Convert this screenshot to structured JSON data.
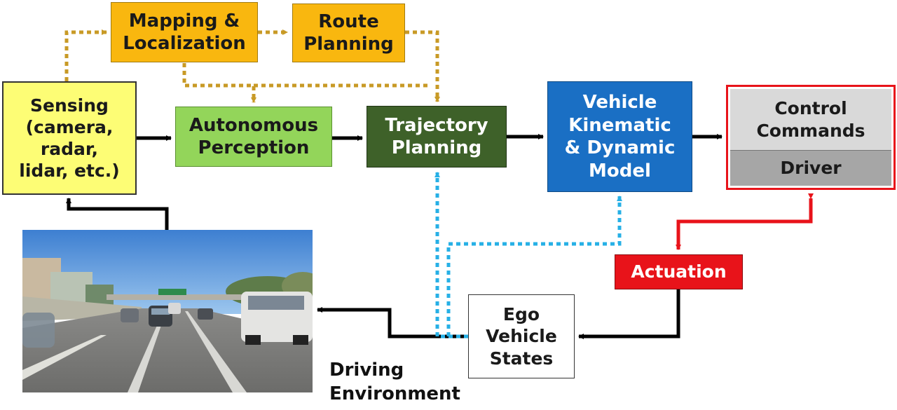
{
  "nodes": {
    "mapping": {
      "label": "Mapping &\nLocalization",
      "fill": "#f9b70f",
      "text_color": "#1a1a1a"
    },
    "route": {
      "label": "Route\nPlanning",
      "fill": "#f9b70f",
      "text_color": "#1a1a1a"
    },
    "sensing": {
      "label": "Sensing\n(camera,\nradar,\nlidar, etc.)",
      "fill": "#fdfd75",
      "text_color": "#1a1a1a"
    },
    "perception": {
      "label": "Autonomous\nPerception",
      "fill": "#93d55a",
      "text_color": "#1a1a1a"
    },
    "trajectory": {
      "label": "Trajectory\nPlanning",
      "fill": "#3e6129",
      "text_color": "#ffffff"
    },
    "vehicle_model": {
      "label": "Vehicle\nKinematic\n& Dynamic\nModel",
      "fill": "#1a6fc4",
      "text_color": "#ffffff"
    },
    "control_commands": {
      "label": "Control\nCommands",
      "fill": "#d9d9d9",
      "text_color": "#1a1a1a"
    },
    "driver": {
      "label": "Driver",
      "fill": "#a6a6a6",
      "text_color": "#1a1a1a"
    },
    "actuation": {
      "label": "Actuation",
      "fill": "#e8131a",
      "text_color": "#ffffff"
    },
    "ego_states": {
      "label": "Ego\nVehicle\nStates",
      "fill": "#ffffff",
      "text_color": "#1a1a1a"
    }
  },
  "environment": {
    "label": "Driving\nEnvironment",
    "image": "highway-traffic-photo"
  },
  "colors": {
    "solid_arrow": "#000000",
    "planning_arrow": "#c89a26",
    "state_arrow": "#27b0e6",
    "actuation_arrow": "#e8131a",
    "control_border": "#e8131a"
  }
}
